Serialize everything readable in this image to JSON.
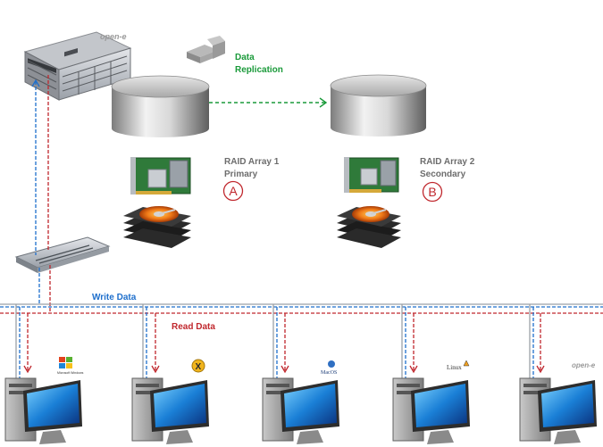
{
  "storage_brand": "open-e",
  "replication": {
    "line1": "Data",
    "line2": "Replication"
  },
  "raid1": {
    "line1": "RAID Array 1",
    "line2": "Primary",
    "marker": "A"
  },
  "raid2": {
    "line1": "RAID Array 2",
    "line2": "Secondary",
    "marker": "B"
  },
  "bus": {
    "write_label": "Write Data",
    "read_label": "Read Data"
  },
  "clients": [
    {
      "os": "Microsoft Windows",
      "logo_text": "Microsoft Windows"
    },
    {
      "os": "Mac OS X",
      "logo_text": "X"
    },
    {
      "os": "MacOS",
      "logo_text": "MacOS"
    },
    {
      "os": "Linux",
      "logo_text": "Linux"
    },
    {
      "os": "open-e",
      "logo_text": "open-e"
    }
  ],
  "colors": {
    "write": "#1e6fcc",
    "read": "#c0272d",
    "replication": "#1a9a3a",
    "raid_label": "#6d6d6d",
    "marker": "#c0272d"
  }
}
